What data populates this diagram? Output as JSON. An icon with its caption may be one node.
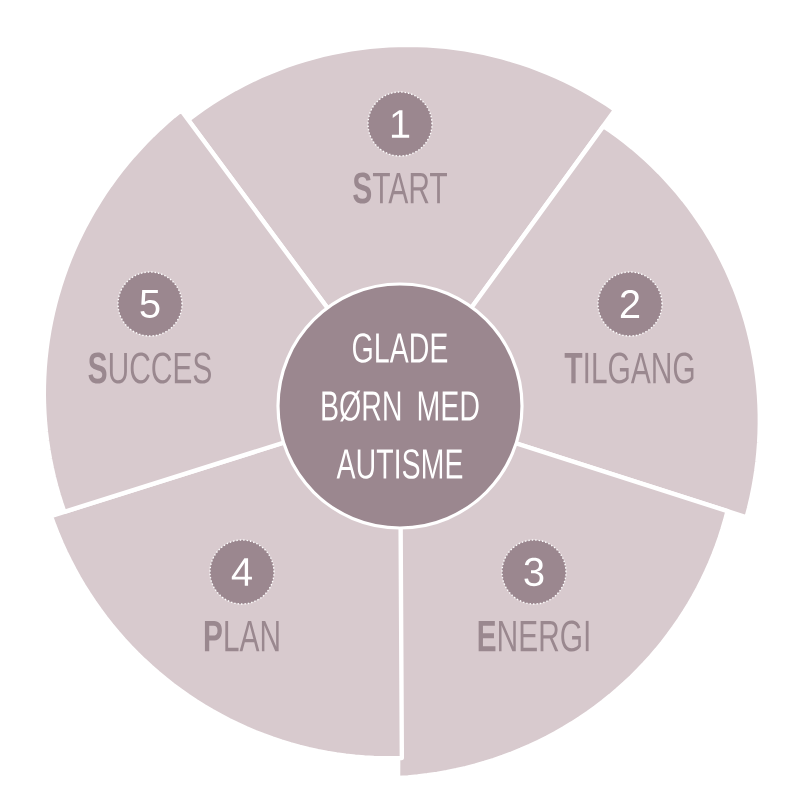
{
  "diagram": {
    "nodes": [
      {
        "text": [
          "GLADE BØRN MED AUTISME"
        ]
      },
      {
        "text": [
          "**S**TART"
        ]
      },
      {
        "text": [
          "1"
        ],
        "in": 1
      },
      {
        "text": [
          "**T**ILGANG"
        ]
      },
      {
        "text": [
          "2"
        ],
        "in": 3
      },
      {
        "text": [
          "**E**NERGI"
        ]
      },
      {
        "text": [
          "3"
        ],
        "in": 5
      },
      {
        "text": [
          "**P**LAN"
        ]
      },
      {
        "text": [
          "4"
        ],
        "in": 7
      },
      {
        "text": [
          "**S**UCCES"
        ]
      },
      {
        "text": [
          "5"
        ],
        "in": 9
      }
    ]
  }
}
